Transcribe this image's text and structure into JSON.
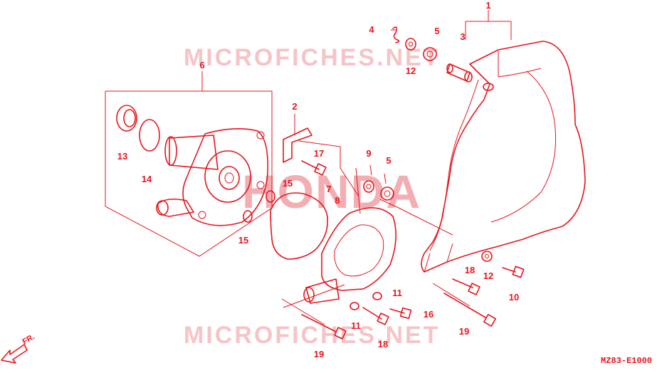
{
  "watermark_top": "MICROFICHES.NET",
  "watermark_bottom": "MICROFICHES.NET",
  "brand_watermark": "HONDA",
  "diagram_code": "MZ83-E1000",
  "direction_label": "FR.",
  "accent_color": "#e8141c",
  "callouts": {
    "c1": "1",
    "c2": "2",
    "c3": "3",
    "c4": "4",
    "c5a": "5",
    "c5b": "5",
    "c6": "6",
    "c7": "7",
    "c8": "8",
    "c9": "9",
    "c10": "10",
    "c11a": "11",
    "c11b": "11",
    "c12a": "12",
    "c12b": "12",
    "c13": "13",
    "c14": "14",
    "c15a": "15",
    "c15b": "15",
    "c16": "16",
    "c17": "17",
    "c18a": "18",
    "c18b": "18",
    "c19a": "19",
    "c19b": "19"
  }
}
